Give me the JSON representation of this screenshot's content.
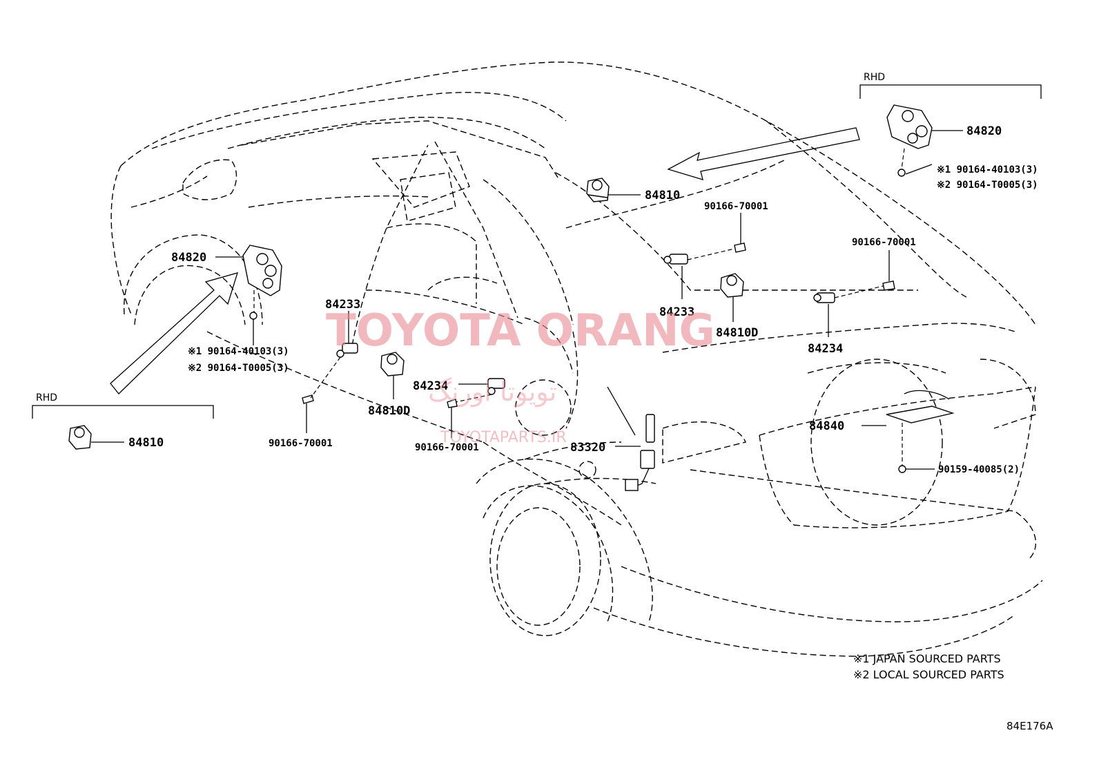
{
  "watermark": {
    "brand": "TOYOTA ORANG",
    "persian": "تویوتا اورنگ",
    "site": "TOYOTAPARTS.IR"
  },
  "groups": {
    "rhd_left": "RHD",
    "rhd_right": "RHD"
  },
  "labels": {
    "p84810_top": "84810",
    "p84820_left": "84820",
    "p84820_right": "84820",
    "p84233_left": "84233",
    "p84233_right": "84233",
    "p84234_center": "84234",
    "p84234_right": "84234",
    "p84810d_left": "84810D",
    "p84810d_right": "84810D",
    "p84810_rhd": "84810",
    "p84840": "84840",
    "p83320": "83320",
    "screw_top": "90166-70001",
    "screw_right": "90166-70001",
    "screw_left": "90166-70001",
    "screw_center": "90166-70001",
    "note_left_1": "※1 90164-40103(3)",
    "note_left_2": "※2 90164-T0005(3)",
    "note_right_1": "※1 90164-40103(3)",
    "note_right_2": "※2 90164-T0005(3)",
    "bolt_rear": "90159-40085(2)"
  },
  "legend": {
    "line1": "※1 JAPAN SOURCED PARTS",
    "line2": "※2 LOCAL SOURCED PARTS"
  },
  "figure_ref": "84E176A"
}
